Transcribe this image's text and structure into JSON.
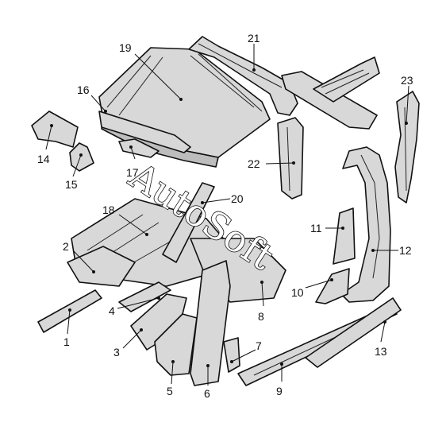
{
  "watermark": "AutoSoft",
  "callouts": {
    "n1": "1",
    "n2": "2",
    "n3": "3",
    "n4": "4",
    "n5": "5",
    "n6": "6",
    "n7": "7",
    "n8": "8",
    "n9": "9",
    "n10": "10",
    "n11": "11",
    "n12": "12",
    "n13": "13",
    "n14": "14",
    "n15": "15",
    "n16": "16",
    "n17": "17",
    "n18": "18",
    "n19": "19",
    "n20": "20",
    "n21": "21",
    "n22": "22",
    "n23": "23"
  }
}
